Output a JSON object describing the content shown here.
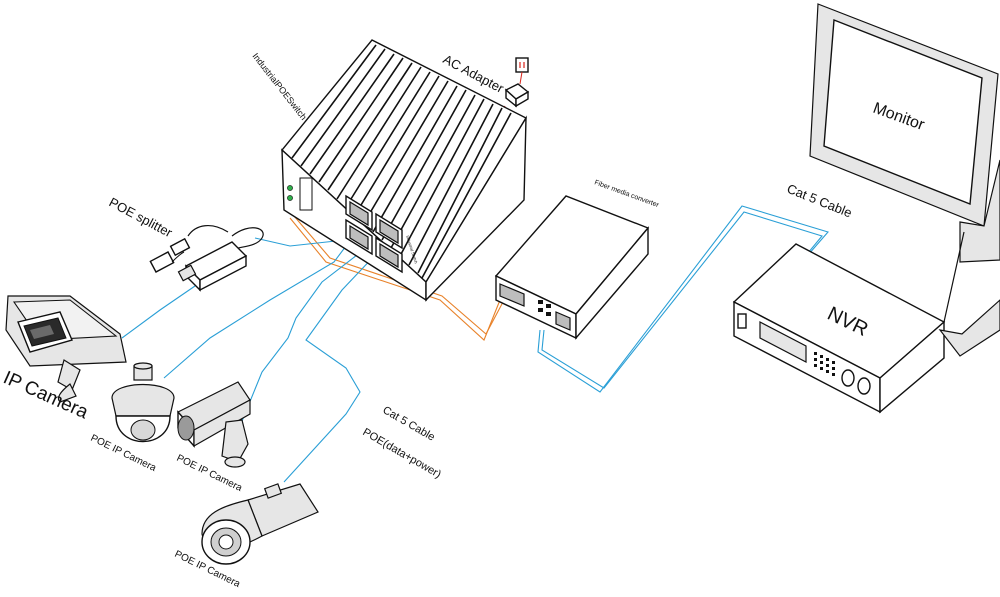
{
  "labels": {
    "switch": "IndustrialPOESwitch",
    "ac_adapter": "AC Adapter",
    "poe_splitter": "POE splitter",
    "fiber_converter": "Fiber media converter",
    "cat5_right": "Cat 5 Cable",
    "monitor": "Monitor",
    "nvr": "NVR",
    "ip_camera": "IP Camera",
    "poe_ip_camera_1": "POE IP Camera",
    "poe_ip_camera_2": "POE IP Camera",
    "poe_ip_camera_3": "POE IP Camera",
    "cat5_poe_line1": "Cat 5 Cable",
    "cat5_poe_line2": "POE(data+power)"
  },
  "colors": {
    "cat5_cable": "#2a9fd6",
    "fiber_cable": "#e8822a",
    "power_cable": "#d9241c",
    "outline": "#111111"
  }
}
